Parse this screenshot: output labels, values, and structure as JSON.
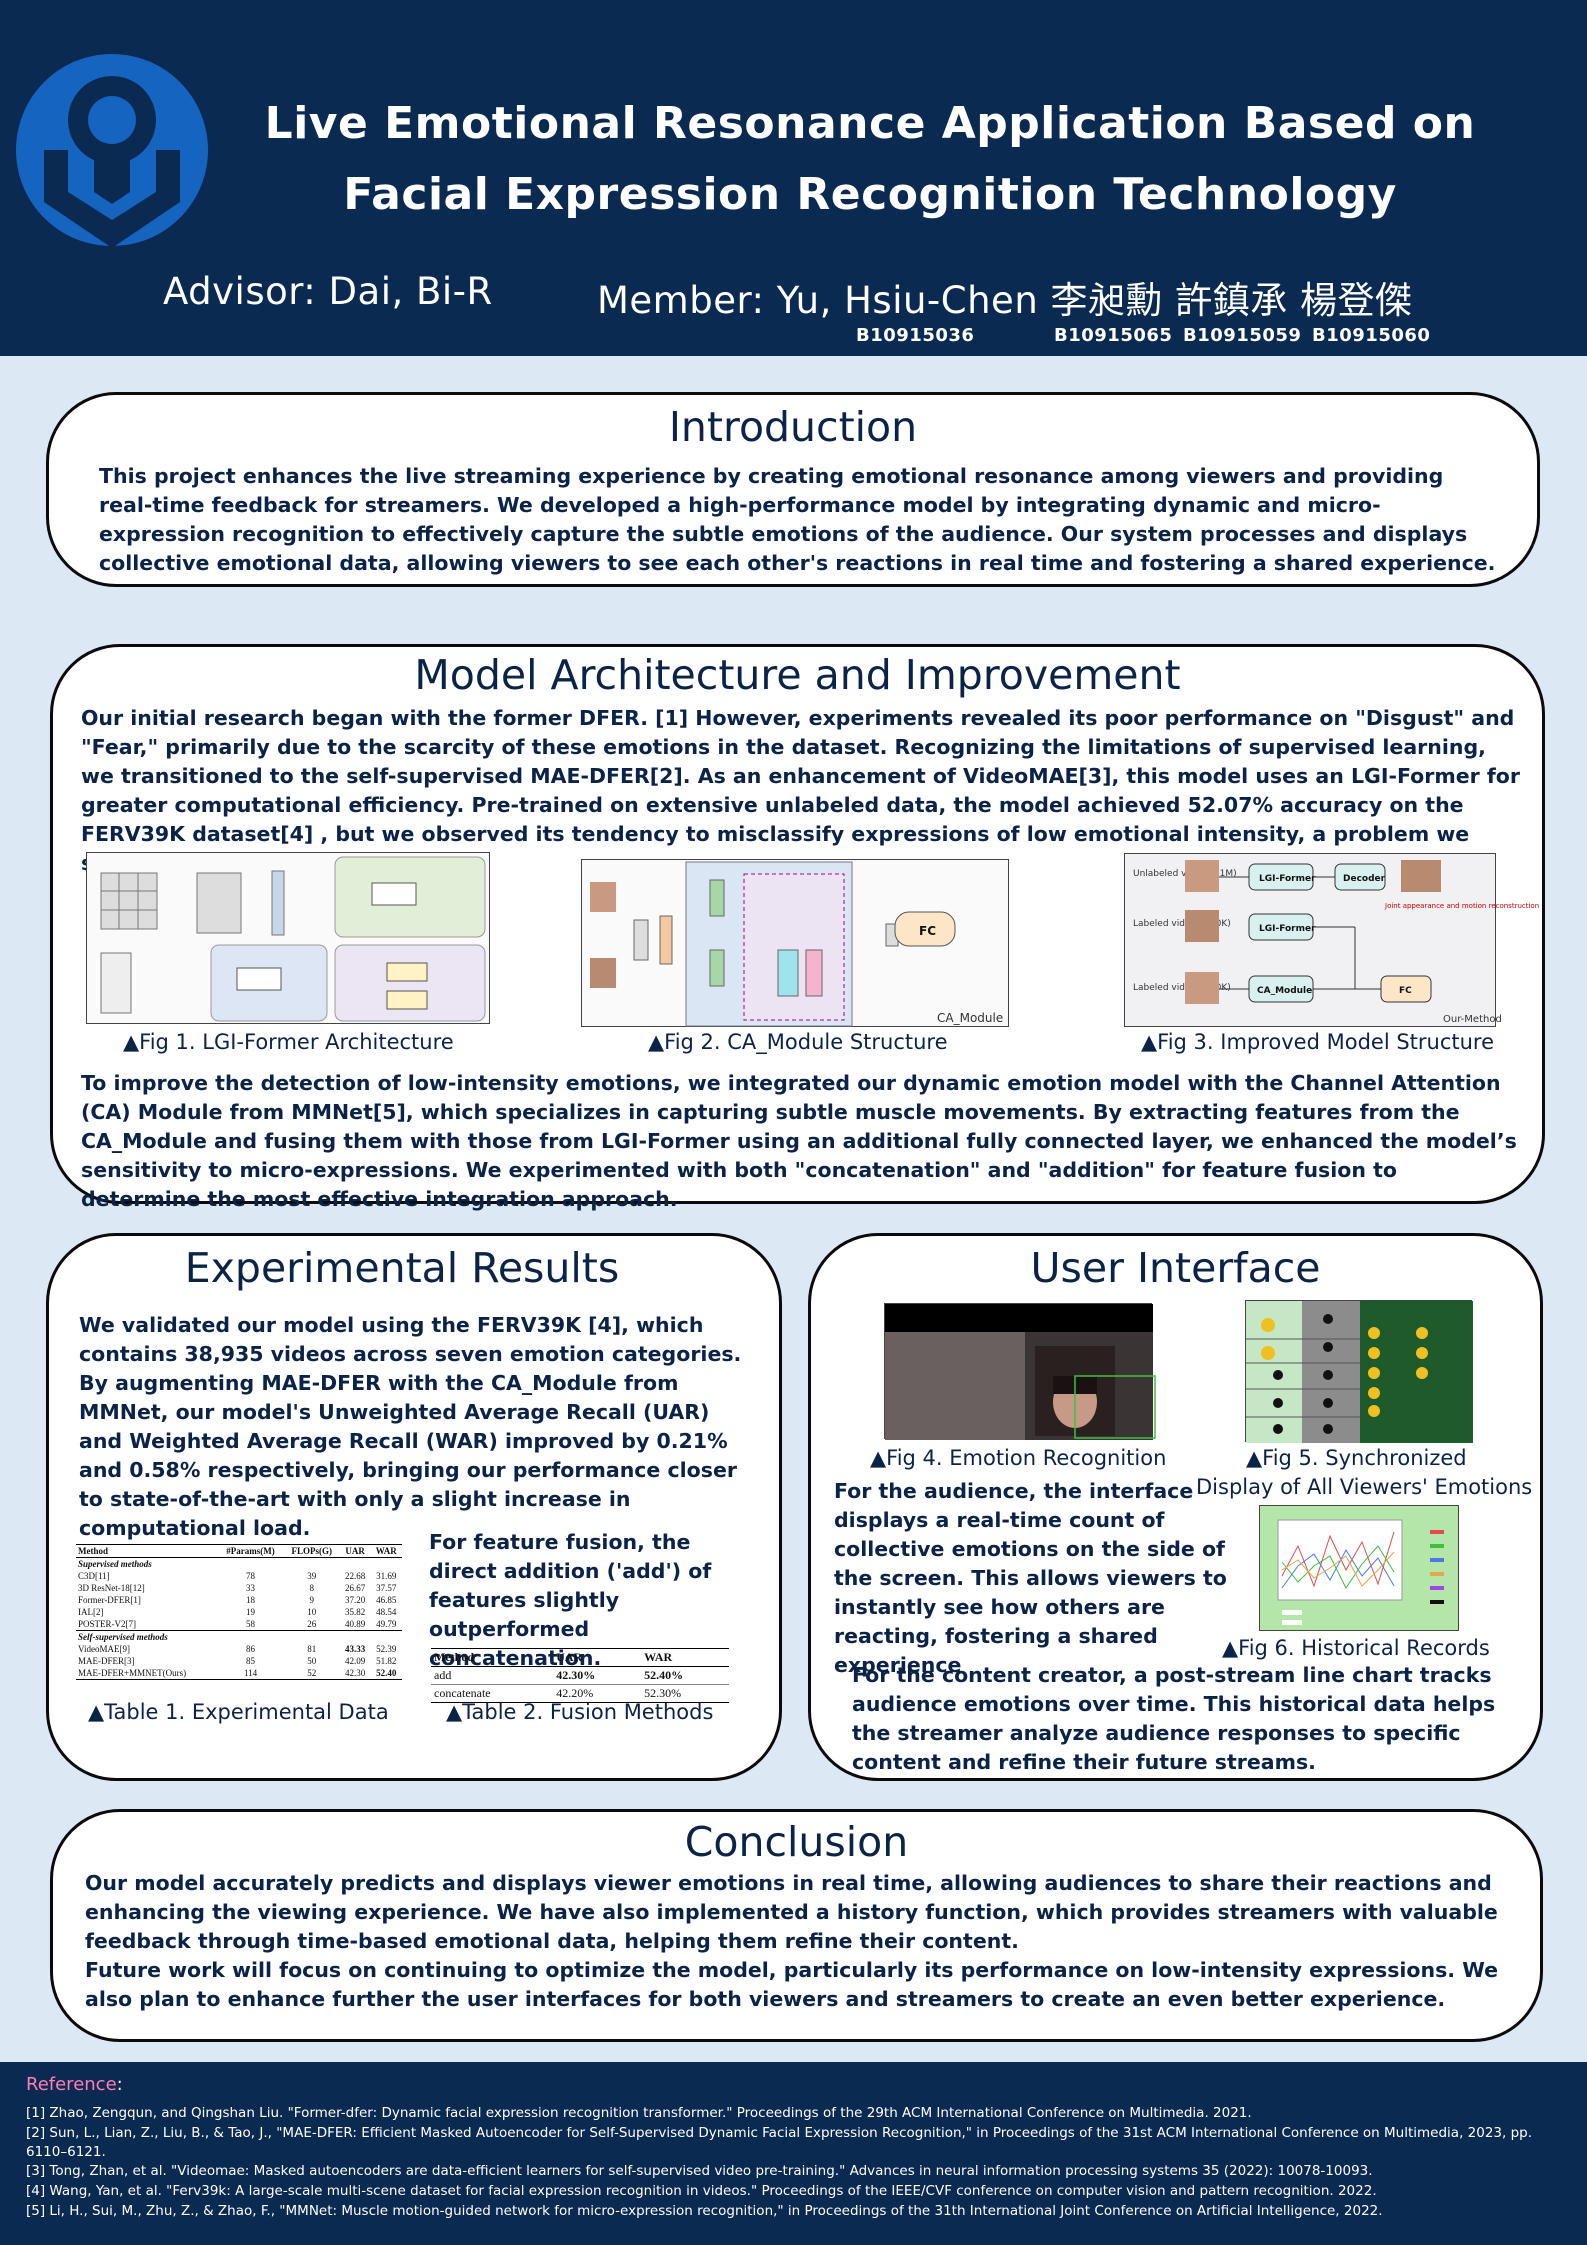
{
  "header": {
    "title": "Live Emotional Resonance Application Based on Facial Expression Recognition Technology",
    "advisor": "Advisor: Dai, Bi-R",
    "member": "Member: Yu, Hsiu-Chen 李昶勳 許鎮承 楊登傑",
    "student_ids": [
      "B10915036",
      "B10915065",
      "B10915059",
      "B10915060"
    ]
  },
  "introduction": {
    "title": "Introduction",
    "text": "This project enhances the live streaming experience by creating emotional resonance among viewers and providing real-time feedback for streamers. We developed a high-performance model by integrating dynamic and micro-expression recognition to effectively capture the subtle emotions of the audience. Our system processes and displays collective emotional data, allowing viewers to see each other's reactions in real time and fostering a shared experience."
  },
  "model": {
    "title": "Model Architecture and Improvement",
    "text1": "Our initial research began with the former DFER. [1] However, experiments revealed its poor performance on \"Disgust\" and \"Fear,\" primarily due to the scarcity of these emotions in the dataset. Recognizing the limitations of supervised learning, we transitioned to the self-supervised MAE-DFER[2]. As an enhancement of VideoMAE[3], this model uses an LGI-Former for greater computational efficiency. Pre-trained on extensive unlabeled data, the model achieved 52.07% accuracy on the FERV39K dataset[4] , but we observed its tendency to misclassify expressions of low emotional intensity, a problem we subsequently addressed.",
    "fig1": "▲Fig 1. LGI-Former Architecture",
    "fig2": "▲Fig 2. CA_Module Structure",
    "fig3": "▲Fig 3. Improved Model Structure",
    "fig2_label": "CA_Module",
    "fig3_label": "Our-Method",
    "fig3_nodes": {
      "lgi": "LGI-Former",
      "decoder": "Decoder",
      "ca": "CA_Module",
      "fc": "FC",
      "unlabeled": "Unlabeled video (>1M)",
      "labeled1": "Labeled video (~10K)",
      "labeled2": "Labeled video (~10K)",
      "recon": "Joint appearance and motion reconstruction"
    },
    "fig2_fc": "FC",
    "text2": "To improve the detection of low-intensity emotions, we integrated our dynamic emotion model with the Channel Attention (CA) Module from MMNet[5], which specializes in capturing subtle muscle movements. By extracting features from the CA_Module and fusing them with those from LGI-Former using an additional fully connected layer, we enhanced the model’s sensitivity to micro-expressions. We experimented with both \"concatenation\" and \"addition\" for feature fusion to determine the most effective integration approach."
  },
  "results": {
    "title": "Experimental Results",
    "text1": "We validated our model using the FERV39K [4], which contains 38,935 videos across seven emotion categories.",
    "text2": "By augmenting MAE-DFER with the CA_Module from MMNet, our model's Unweighted Average Recall (UAR) and Weighted Average Recall (WAR) improved by 0.21% and 0.58% respectively, bringing our performance closer to state-of-the-art with only a slight increase in computational load.",
    "text3": "For feature fusion, the direct addition ('add') of features slightly outperformed concatenation.",
    "table1": {
      "headers": [
        "Method",
        "#Params(M)",
        "FLOPs(G)",
        "UAR",
        "WAR"
      ],
      "sup_label": "Supervised methods",
      "sup_rows": [
        [
          "C3D[11]",
          "78",
          "39",
          "22.68",
          "31.69"
        ],
        [
          "3D ResNet-18[12]",
          "33",
          "8",
          "26.67",
          "37.57"
        ],
        [
          "Former-DFER[1]",
          "18",
          "9",
          "37.20",
          "46.85"
        ],
        [
          "IAL[2]",
          "19",
          "10",
          "35.82",
          "48.54"
        ],
        [
          "POSTER-V2[7]",
          "58",
          "26",
          "40.89",
          "49.79"
        ]
      ],
      "self_label": "Self-supervised methods",
      "self_rows": [
        [
          "VideoMAE[9]",
          "86",
          "81",
          "43.33",
          "52.39"
        ],
        [
          "MAE-DFER[3]",
          "85",
          "50",
          "42.09",
          "51.82"
        ],
        [
          "MAE-DFER+MMNET(Ours)",
          "114",
          "52",
          "42.30",
          "52.40"
        ]
      ]
    },
    "table2": {
      "headers": [
        "Method",
        "UAR",
        "WAR"
      ],
      "rows": [
        [
          "add",
          "42.30%",
          "52.40%"
        ],
        [
          "concatenate",
          "42.20%",
          "52.30%"
        ]
      ]
    },
    "cap1": "▲Table 1.  Experimental Data",
    "cap2": "▲Table 2. Fusion Methods"
  },
  "ui": {
    "title": "User Interface",
    "fig4": "▲Fig 4. Emotion Recognition",
    "fig5a": "▲Fig 5. Synchronized",
    "fig5b": "Display of All Viewers' Emotions",
    "fig6": "▲Fig 6. Historical Records",
    "text1": "For the audience, the interface displays a real-time count of collective emotions on the side of the screen. This allows viewers to instantly see how others are reacting, fostering a shared experience",
    "text2": "For the content creator, a post-stream line chart tracks audience emotions over time. This historical data helps the streamer analyze audience responses to specific content and refine their future streams."
  },
  "conclusion": {
    "title": "Conclusion",
    "text1": "Our model accurately predicts and displays viewer emotions in real time, allowing audiences to share their reactions and enhancing the viewing experience. We have also implemented a history function, which provides streamers with valuable feedback through time-based emotional data, helping them refine their content.",
    "text2": "Future work will focus on continuing to optimize the model, particularly its performance on low-intensity expressions. We also plan to enhance further the user interfaces for both viewers and streamers to create an even better experience."
  },
  "references": {
    "title": "Reference",
    "items": [
      "[1] Zhao, Zengqun, and Qingshan Liu. \"Former-dfer: Dynamic facial expression recognition transformer.\" Proceedings of the 29th ACM International Conference on Multimedia. 2021.",
      "[2] Sun, L., Lian, Z., Liu, B., & Tao, J., \"MAE-DFER: Efficient Masked Autoencoder for Self-Supervised Dynamic Facial Expression Recognition,\" in Proceedings of the 31st ACM International Conference on Multimedia, 2023, pp. 6110–6121.",
      "[3] Tong, Zhan, et al. \"Videomae: Masked autoencoders are data-efficient learners for self-supervised video pre-training.\" Advances in neural information processing systems 35 (2022): 10078-10093.",
      "[4] Wang, Yan, et al. \"Ferv39k: A large-scale multi-scene dataset for facial expression recognition in videos.\" Proceedings of the IEEE/CVF conference on computer vision and pattern recognition. 2022.",
      "[5] Li, H., Sui, M., Zhu, Z., & Zhao, F., \"MMNet: Muscle motion-guided network for micro-expression recognition,\" in Proceedings of the 31th International Joint Conference on Artificial Intelligence, 2022."
    ]
  }
}
